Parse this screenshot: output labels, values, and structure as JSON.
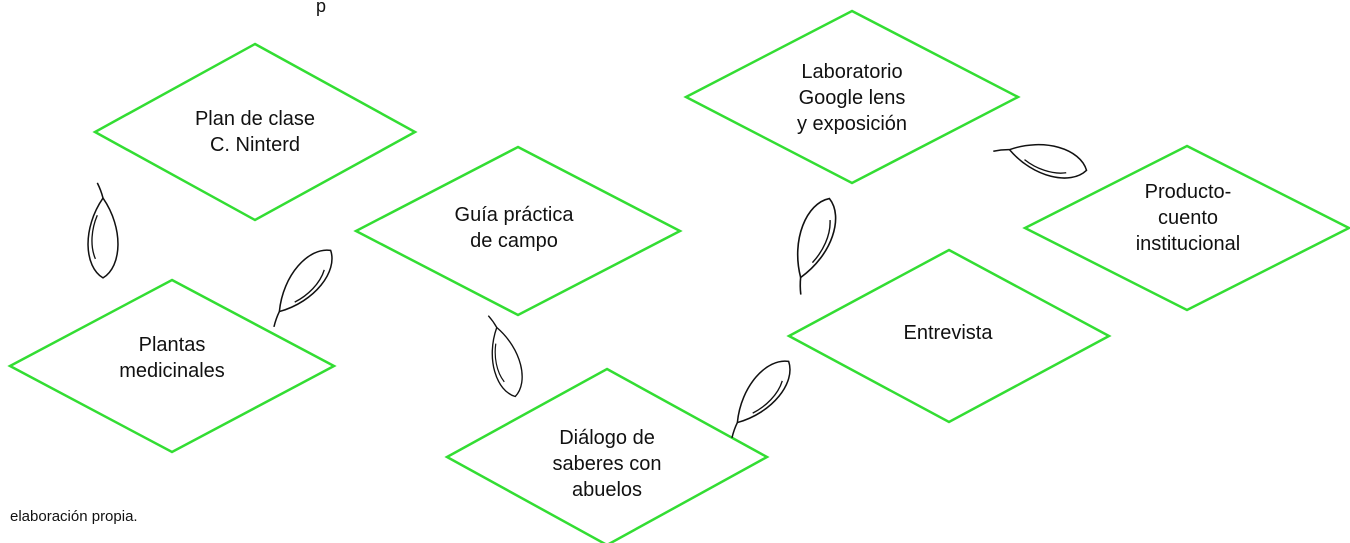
{
  "colors": {
    "diamond_stroke": "#33dd33",
    "leaf_stroke": "#111111",
    "text": "#111111"
  },
  "nodes": [
    {
      "id": "plan-de-clase",
      "label": "Plan de clase\nC. Ninterd"
    },
    {
      "id": "plantas-medicinales",
      "label": "Plantas\nmedicinales"
    },
    {
      "id": "guia-practica",
      "label": "Guía práctica\nde campo"
    },
    {
      "id": "dialogo-saberes",
      "label": "Diálogo de\nsaberes con\nabuelos"
    },
    {
      "id": "entrevista",
      "label": "Entrevista"
    },
    {
      "id": "laboratorio",
      "label": "Laboratorio\nGoogle lens\ny exposición"
    },
    {
      "id": "producto-cuento",
      "label": "Producto-\ncuento\ninstitucional"
    }
  ],
  "leaf_icons": [
    "leaf-icon",
    "leaf-icon",
    "leaf-icon",
    "leaf-icon",
    "leaf-icon",
    "leaf-icon"
  ],
  "caption": "elaboración propia.",
  "top_mark": "p"
}
